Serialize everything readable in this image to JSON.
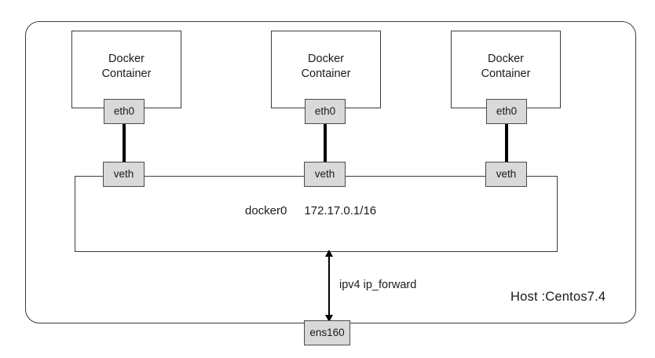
{
  "diagram": {
    "type": "network-topology",
    "host": {
      "label": "Host :Centos7.4"
    },
    "containers": [
      {
        "label_line1": "Docker",
        "label_line2": "Container",
        "nic": "eth0",
        "veth": "veth"
      },
      {
        "label_line1": "Docker",
        "label_line2": "Container",
        "nic": "eth0",
        "veth": "veth"
      },
      {
        "label_line1": "Docker",
        "label_line2": "Container",
        "nic": "eth0",
        "veth": "veth"
      }
    ],
    "bridge": {
      "name": "docker0",
      "subnet": "172.17.0.1/16"
    },
    "uplink": {
      "interface": "ens160",
      "arrow_label": "ipv4 ip_forward"
    },
    "colors": {
      "nic_fill": "#d9d9d9",
      "stroke": "#3b3b3b",
      "link": "#000000",
      "text": "#1a1a1a",
      "background": "#ffffff"
    }
  }
}
